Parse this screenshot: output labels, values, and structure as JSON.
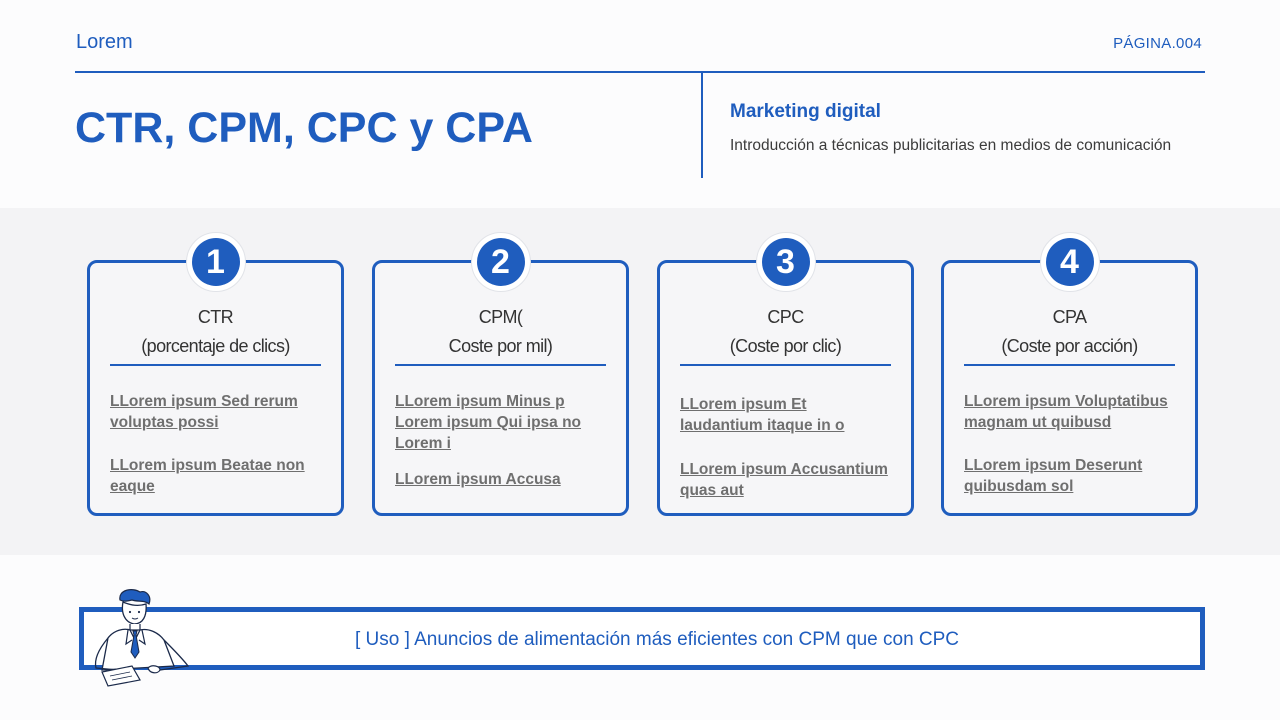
{
  "header": {
    "left": "Lorem",
    "right": "PÁGINA.004"
  },
  "title": "CTR, CPM, CPC y CPA",
  "side": {
    "subtitle": "Marketing digital",
    "description": "Introducción a técnicas publicitarias en medios de comunicación"
  },
  "cards": [
    {
      "number": "1",
      "title_line1": "CTR",
      "title_line2": "(porcentaje de clics)",
      "items": [
        "LLorem ipsum Sed rerum voluptas possi",
        "LLorem ipsum Beatae non eaque"
      ]
    },
    {
      "number": "2",
      "title_line1": "CPM(",
      "title_line2": "Coste por mil)",
      "items": [
        "LLorem ipsum Minus p Lorem ipsum Qui ipsa no Lorem i",
        "LLorem ipsum Accusa"
      ]
    },
    {
      "number": "3",
      "title_line1": "CPC",
      "title_line2": "(Coste por clic)",
      "items": [
        "LLorem ipsum Et laudantium itaque in o",
        "LLorem ipsum Accusantium quas aut"
      ]
    },
    {
      "number": "4",
      "title_line1": "CPA",
      "title_line2": "(Coste por acción)",
      "items": [
        "LLorem ipsum Voluptatibus magnam ut quibusd",
        "LLorem ipsum Deserunt quibusdam sol"
      ]
    }
  ],
  "footer": {
    "text": "[ Uso ] Anuncios de alimentación más eficientes con CPM que con CPC"
  },
  "colors": {
    "accent": "#1f5dbe",
    "band": "#f3f3f5"
  },
  "icons": {
    "illustration": "businessman-at-desk-illustration"
  }
}
